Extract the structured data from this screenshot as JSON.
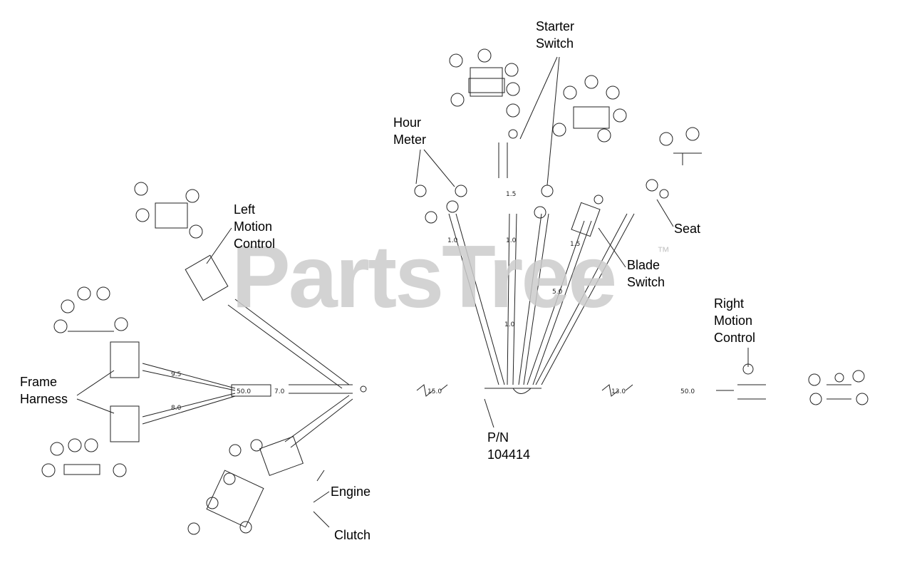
{
  "watermark": {
    "text": "PartsTree",
    "trademark": "™"
  },
  "callouts": {
    "starter_switch": "Starter\nSwitch",
    "hour_meter": "Hour\nMeter",
    "left_motion_control": "Left\nMotion\nControl",
    "seat": "Seat",
    "blade_switch": "Blade\nSwitch",
    "right_motion_control": "Right\nMotion\nControl",
    "frame_harness": "Frame\nHarness",
    "part_number": "P/N\n104414",
    "engine": "Engine",
    "clutch": "Clutch"
  },
  "dimension_labels": {
    "d1": "1.0",
    "d2": "1.5",
    "d3": "5.0",
    "d4": "9.5",
    "d5": "8.0",
    "d6": "7.0",
    "d7": "50.0",
    "d8": "15.0",
    "d9": "13.0",
    "d10": "50.0"
  },
  "colors": {
    "line": "#222222",
    "watermark": "#cccccc",
    "background": "#ffffff"
  }
}
